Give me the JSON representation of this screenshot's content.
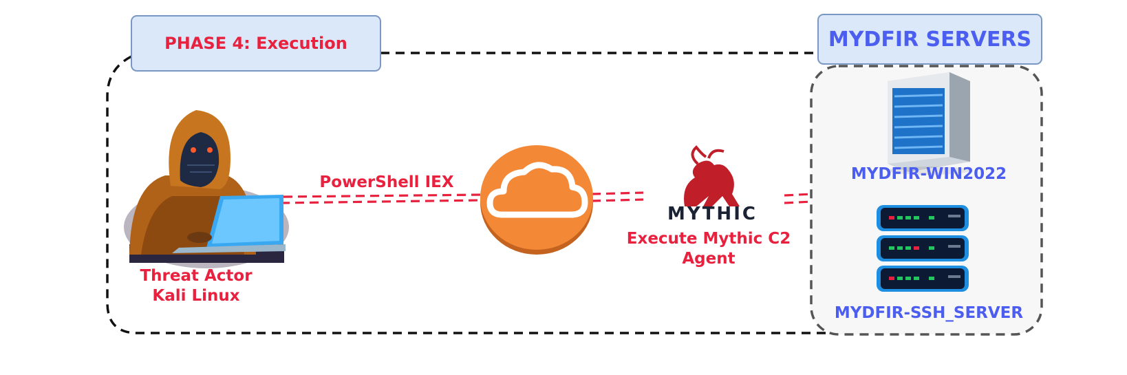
{
  "phase": {
    "title": "PHASE 4: Execution"
  },
  "servers_group": {
    "title": "MYDFIR SERVERS"
  },
  "threat_actor": {
    "line1": "Threat Actor",
    "line2": "Kali Linux"
  },
  "connection": {
    "label": "PowerShell IEX"
  },
  "mythic": {
    "logo_text": "MYTHIC",
    "caption_line1": "Execute Mythic C2",
    "caption_line2": "Agent"
  },
  "servers": [
    {
      "name": "MYDFIR-WIN2022",
      "icon": "windows-server-icon"
    },
    {
      "name": "MYDFIR-SSH_SERVER",
      "icon": "server-rack-icon"
    }
  ],
  "colors": {
    "accent_red": "#e8213f",
    "accent_blue": "#4b5ef0",
    "phase_box_fill": "#dbe8f9",
    "phase_box_border": "#7a97c4",
    "cloud_orange": "#f38837"
  }
}
